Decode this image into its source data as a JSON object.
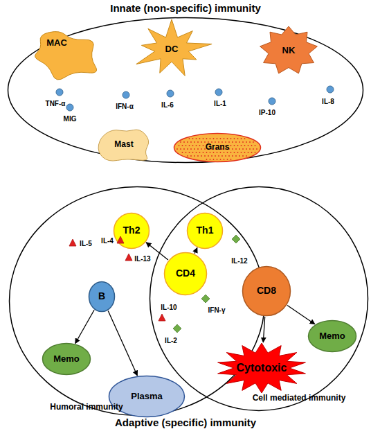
{
  "diagram": {
    "nodes": [
      {
        "text": [
          "Innate (non-specific) immunity"
        ]
      },
      {
        "text": [
          "MAC"
        ],
        "in": 0
      },
      {
        "text": [
          "DC"
        ],
        "in": 0
      },
      {
        "text": [
          "NK"
        ],
        "in": 0
      },
      {
        "text": [
          "Mast"
        ],
        "in": 0
      },
      {
        "text": [
          "Grans"
        ],
        "in": 0
      },
      {
        "text": [
          "Humoral immunity"
        ]
      },
      {
        "text": [
          "Cell mediated immunity"
        ]
      },
      {
        "text": [
          "Th2"
        ],
        "in": 6
      },
      {
        "text": [
          "Th1"
        ],
        "in": 7
      },
      {
        "text": [
          "CD4"
        ]
      },
      {
        "text": [
          "B"
        ],
        "in": 6
      },
      {
        "text": [
          "Memo"
        ],
        "in": 6
      },
      {
        "text": [
          "Plasma"
        ],
        "in": 6
      },
      {
        "text": [
          "CD8"
        ],
        "in": 7
      },
      {
        "text": [
          "Cytotoxic"
        ],
        "in": 7
      },
      {
        "text": [
          "Memo"
        ],
        "in": 7
      }
    ],
    "edges": [
      {
        "from": 10,
        "to": 8,
        "arrow": "to"
      },
      {
        "from": 10,
        "to": 9,
        "arrow": "to"
      },
      {
        "from": 11,
        "to": 12,
        "arrow": "to"
      },
      {
        "from": 11,
        "to": 13,
        "arrow": "to"
      },
      {
        "from": 14,
        "to": 15,
        "arrow": "to"
      },
      {
        "from": 14,
        "to": 16,
        "arrow": "to"
      }
    ],
    "labels": [
      "TNF-α",
      "MIG",
      "IFN-α",
      "IL-6",
      "IL-1",
      "IP-10",
      "IL-8",
      "IL-5",
      "IL-4",
      "IL-13",
      "IL-10",
      "IL-2",
      "IFN-γ",
      "IL-12",
      "Adaptive (specific) immunity"
    ]
  }
}
